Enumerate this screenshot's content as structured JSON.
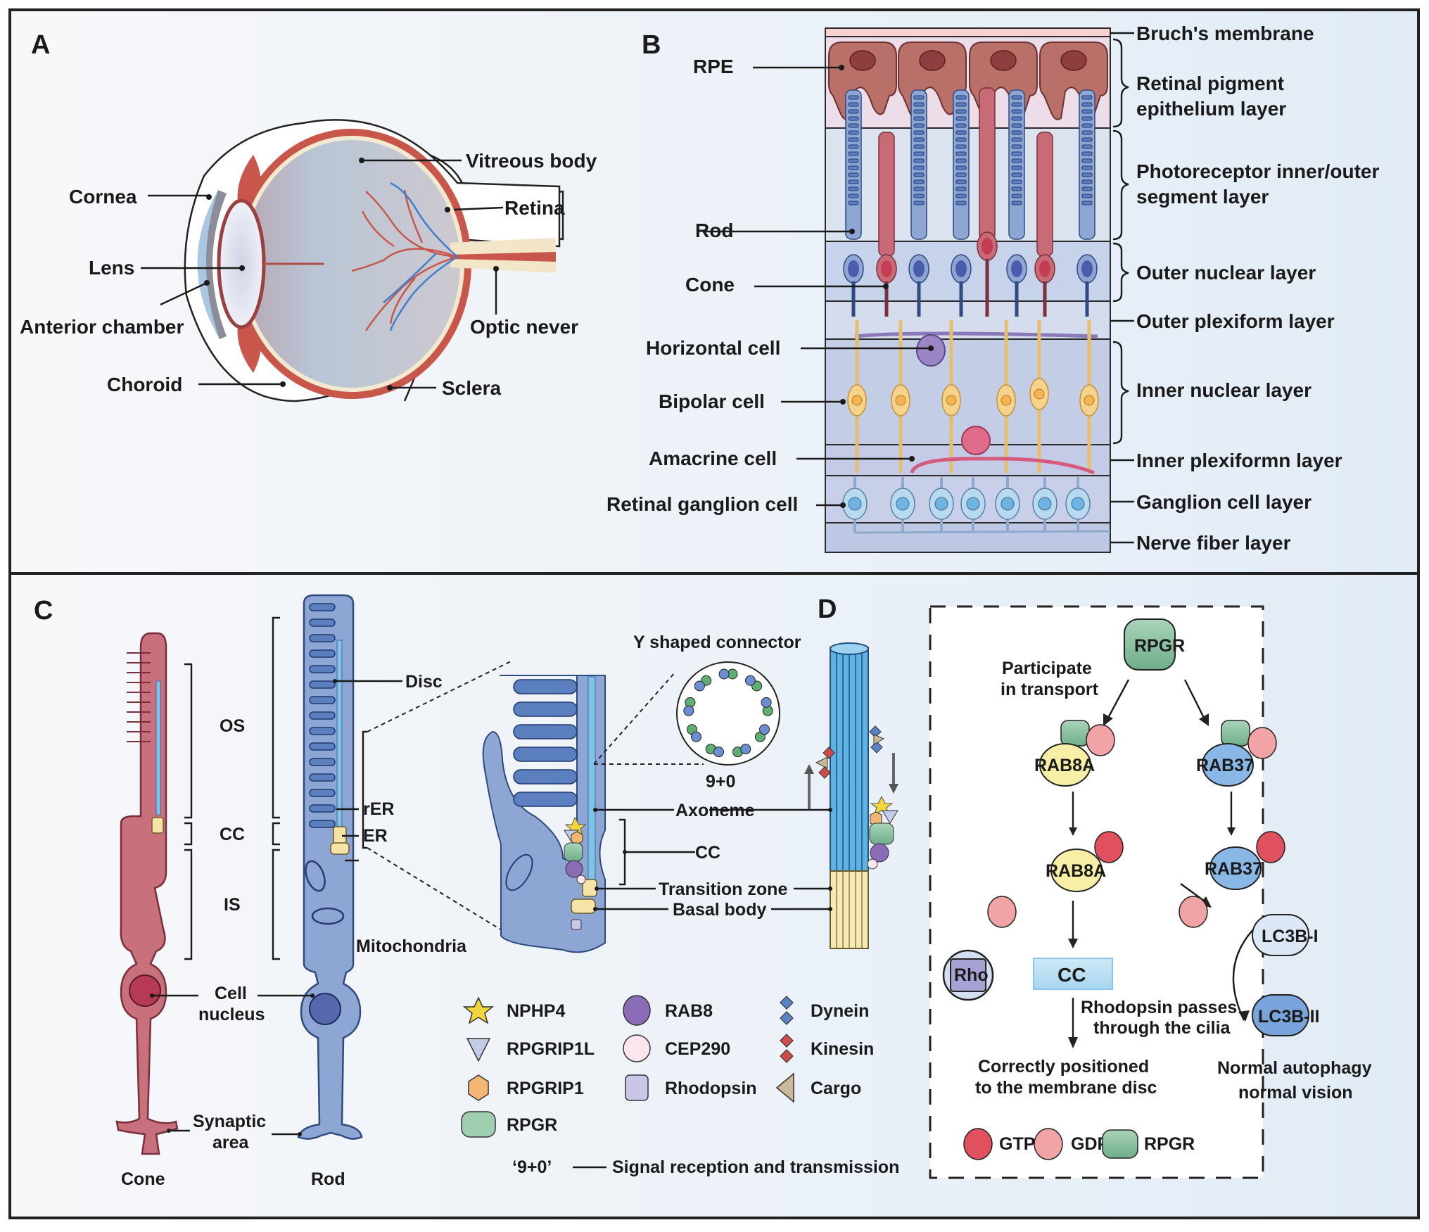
{
  "figure": {
    "panels": [
      "A",
      "B",
      "C",
      "D"
    ]
  },
  "panel_a": {
    "letter": "A",
    "labels": {
      "vitreous_body": "Vitreous body",
      "cornea": "Cornea",
      "retina": "Retina",
      "lens": "Lens",
      "anterior_chamber": "Anterior chamber",
      "optic_never": "Optic never",
      "choroid": "Choroid",
      "sclera": "Sclera"
    }
  },
  "panel_b": {
    "letter": "B",
    "cell_labels": {
      "rpe": "RPE",
      "rod": "Rod",
      "cone": "Cone",
      "horizontal": "Horizontal cell",
      "bipolar": "Bipolar cell",
      "amacrine": "Amacrine cell",
      "ganglion": "Retinal ganglion cell"
    },
    "layers": [
      "Bruch's membrane",
      "Retinal pigment",
      "epithelium layer",
      "Photoreceptor inner/outer",
      "segment layer",
      "Outer nuclear layer",
      "Outer plexiform layer",
      "Inner nuclear layer",
      "Inner plexiformn layer",
      "Ganglion cell layer",
      "Nerve fiber layer"
    ]
  },
  "panel_c": {
    "letter": "C",
    "segments": {
      "os": "OS",
      "cc": "CC",
      "is": "IS"
    },
    "labels": {
      "disc": "Disc",
      "rer": "rER",
      "er": "ER",
      "mitochondria": "Mitochondria",
      "cell_nucleus_1": "Cell",
      "cell_nucleus_2": "nucleus",
      "synaptic_1": "Synaptic",
      "synaptic_2": "area",
      "cone": "Cone",
      "rod": "Rod",
      "y_connector": "Y shaped connector",
      "nine_zero": "9+0",
      "axoneme": "Axoneme",
      "cc": "CC",
      "transition_zone": "Transition zone",
      "basal_body": "Basal body"
    },
    "legend": [
      {
        "icon": "star-icon",
        "label": "NPHP4",
        "color": "#f2d53c"
      },
      {
        "icon": "triangle-down-icon",
        "label": "RPGRIP1L",
        "color": "#c4cde8"
      },
      {
        "icon": "hexagon-icon",
        "label": "RPGRIP1",
        "color": "#f3b775"
      },
      {
        "icon": "rounded-square-icon",
        "label": "RPGR",
        "color": "#9fcfb0"
      },
      {
        "icon": "octagon-icon",
        "label": "RAB8",
        "color": "#8a6bb5"
      },
      {
        "icon": "circle-icon",
        "label": "CEP290",
        "color": "#fbe6ee"
      },
      {
        "icon": "square-icon",
        "label": "Rhodopsin",
        "color": "#c9c6e8"
      },
      {
        "icon": "diamond-pair-icon",
        "label": "Dynein",
        "color": "#5b82c4"
      },
      {
        "icon": "diamond-pair-icon",
        "label": "Kinesin",
        "color": "#d24b4b"
      },
      {
        "icon": "triangle-left-icon",
        "label": "Cargo",
        "color": "#cbb99a"
      }
    ],
    "footnote": {
      "code": "‘9+0’",
      "text": "Signal reception and transmission"
    }
  },
  "panel_d": {
    "letter": "D",
    "nodes": {
      "rpgr": "RPGR",
      "participate_1": "Participate",
      "participate_2": "in transport",
      "rab8a_1": "RAB8A",
      "rab37_1": "RAB37",
      "rab8a_2": "RAB8A",
      "rab37_2": "RAB37",
      "lc3b_i": "LC3B-I",
      "lc3b_ii": "LC3B-II",
      "rho": "Rho",
      "cc": "CC",
      "rhodopsin_1": "Rhodopsin passes",
      "rhodopsin_2": "through the cilia",
      "correct_1": "Correctly positioned",
      "correct_2": "to the membrane disc",
      "autophagy_1": "Normal autophagy",
      "autophagy_2": "normal vision"
    },
    "legend": [
      {
        "label": "GTP",
        "color": "#e0505e"
      },
      {
        "label": "GDP",
        "color": "#f2a3a6"
      },
      {
        "label": "RPGR",
        "color": "#8cc4a2"
      }
    ]
  },
  "colors": {
    "border": "#222222",
    "panel_bg": "#f3f6fa",
    "sclera": "#ffffff",
    "choroid": "#c9564a",
    "vitreous": "#c3ccd9",
    "rod_blue": "#8ea6d4",
    "cone_red": "#c86b77",
    "bipolar": "#f6d28a",
    "ganglion": "#b9d9ee",
    "rpe": "#b97068"
  }
}
